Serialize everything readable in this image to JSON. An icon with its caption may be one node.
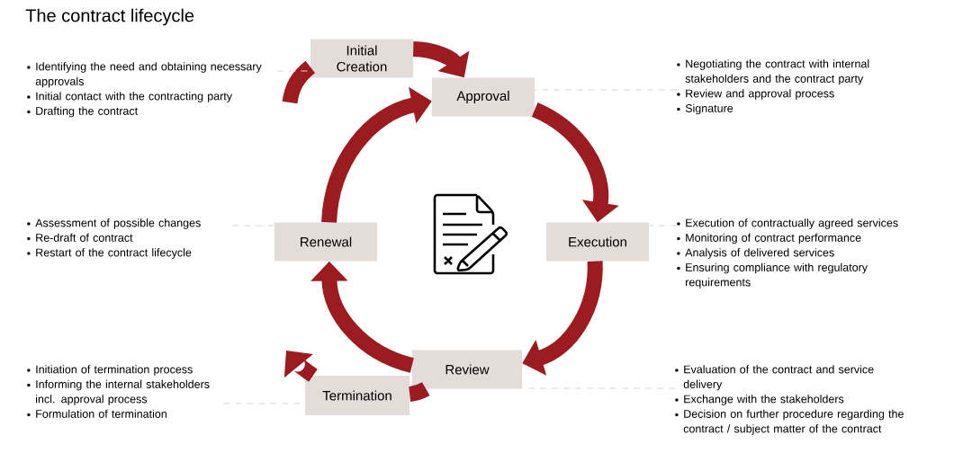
{
  "diagram": {
    "title": "The contract lifecycle",
    "nodes": [
      {
        "text": [
          "Initial Creation"
        ]
      },
      {
        "text": [
          "Approval"
        ]
      },
      {
        "text": [
          "Execution"
        ]
      },
      {
        "text": [
          "Review"
        ]
      },
      {
        "text": [
          "Termination"
        ]
      },
      {
        "text": [
          "Renewal"
        ]
      },
      {
        "text": [
          "Identifying the need and obtaining necessary approvals",
          "Initial contact with the contracting party",
          "Drafting the contract"
        ]
      },
      {
        "text": [
          "Negotiating the contract with internal stakeholders and the contract party",
          "Review and approval process",
          "Signature"
        ]
      },
      {
        "text": [
          "Assessment of possible changes",
          "Re-draft of contract",
          "Restart of the contract lifecycle"
        ]
      },
      {
        "text": [
          "Execution of contractually agreed services",
          "Monitoring of contract performance",
          "Analysis of delivered services",
          "Ensuring compliance with regulatory requirements"
        ]
      },
      {
        "text": [
          "Initiation of termination process",
          "Informing the internal stakeholders incl. approval process",
          "Formulation of termination"
        ]
      },
      {
        "text": [
          "Evaluation of the contract and service delivery",
          "Exchange with the stakeholders",
          "Decision on further procedure regarding the contract / subject matter of the contract"
        ]
      }
    ],
    "edges": [
      {
        "from": null,
        "to": 0,
        "arrow": "none"
      },
      {
        "from": 0,
        "to": 1,
        "arrow": "to"
      },
      {
        "from": 1,
        "to": 2,
        "arrow": "to"
      },
      {
        "from": 2,
        "to": 3,
        "arrow": "to"
      },
      {
        "from": 3,
        "to": 5,
        "arrow": "to"
      },
      {
        "from": 5,
        "to": 1,
        "arrow": "to"
      },
      {
        "from": 3,
        "to": 4,
        "arrow": "none"
      },
      {
        "from": 4,
        "to": null,
        "arrow": "to"
      },
      {
        "from": 6,
        "to": 0,
        "arrow": "none",
        "style": "dashed",
        "color": "#e0d6d3"
      },
      {
        "from": 7,
        "to": 1,
        "arrow": "none",
        "style": "dashed",
        "color": "#e0d6d3"
      },
      {
        "from": 8,
        "to": 5,
        "arrow": "none",
        "style": "dashed",
        "color": "#e0d6d3"
      },
      {
        "from": 9,
        "to": 2,
        "arrow": "none",
        "style": "dashed",
        "color": "#e0d6d3"
      },
      {
        "from": 10,
        "to": 4,
        "arrow": "none",
        "style": "dashed",
        "color": "#e0d6d3"
      },
      {
        "from": 11,
        "to": 3,
        "arrow": "none",
        "style": "dashed",
        "color": "#e0d6d3"
      }
    ]
  }
}
